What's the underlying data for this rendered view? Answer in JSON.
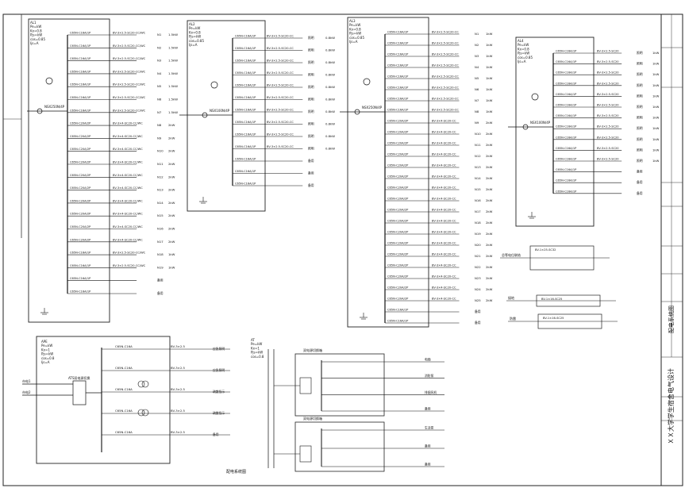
{
  "title_block": {
    "title": "ＸＸ大学学生宿舍电气设计",
    "drawing_name": "配电系统图"
  },
  "bottom_note": "配电系统图",
  "panels": [
    {
      "id": "P1",
      "header": [
        "AL1",
        "Pe=kW",
        "Kx=0.8",
        "Pjs=kW",
        "cos=0.85",
        "Ijs=A"
      ],
      "incoming_breaker": "NSX250N/4P",
      "rows": [
        {
          "breaker": "C65N-C16A/1P",
          "cable": "BV-3×2.5-SC20-CC/WC",
          "circuit": "N1",
          "load": "1.5kW"
        },
        {
          "breaker": "C65N-C16A/1P",
          "cable": "BV-3×2.5-SC20-CC/WC",
          "circuit": "N2",
          "load": "1.5kW"
        },
        {
          "breaker": "C65N-C16A/1P",
          "cable": "BV-3×2.5-SC20-CC/WC",
          "circuit": "N3",
          "load": "1.5kW"
        },
        {
          "breaker": "C65N-C16A/1P",
          "cable": "BV-3×2.5-SC20-CC/WC",
          "circuit": "N4",
          "load": "1.5kW"
        },
        {
          "breaker": "C65N-C16A/1P",
          "cable": "BV-3×2.5-SC20-CC/WC",
          "circuit": "N5",
          "load": "1.5kW"
        },
        {
          "breaker": "C65N-C16A/1P",
          "cable": "BV-3×2.5-SC20-CC/WC",
          "circuit": "N6",
          "load": "1.5kW"
        },
        {
          "breaker": "C65N-C16A/1P",
          "cable": "BV-3×2.5-SC20-CC/WC",
          "circuit": "N7",
          "load": "1.5kW"
        },
        {
          "breaker": "C65N-C20A/2P",
          "cable": "BV-3×4-SC20-CC/WC",
          "circuit": "N8",
          "load": "2kW"
        },
        {
          "breaker": "C65N-C20A/2P",
          "cable": "BV-3×4-SC20-CC/WC",
          "circuit": "N9",
          "load": "2kW"
        },
        {
          "breaker": "C65N-C20A/2P",
          "cable": "BV-3×4-SC20-CC/WC",
          "circuit": "N10",
          "load": "2kW"
        },
        {
          "breaker": "C65N-C20A/2P",
          "cable": "BV-3×4-SC20-CC/WC",
          "circuit": "N11",
          "load": "2kW"
        },
        {
          "breaker": "C65N-C20A/2P",
          "cable": "BV-3×4-SC20-CC/WC",
          "circuit": "N12",
          "load": "2kW"
        },
        {
          "breaker": "C65N-C20A/2P",
          "cable": "BV-3×4-SC20-CC/WC",
          "circuit": "N13",
          "load": "2kW"
        },
        {
          "breaker": "C65N-C20A/2P",
          "cable": "BV-3×4-SC20-CC/WC",
          "circuit": "N14",
          "load": "2kW"
        },
        {
          "breaker": "C65N-C20A/2P",
          "cable": "BV-3×4-SC20-CC/WC",
          "circuit": "N15",
          "load": "2kW"
        },
        {
          "breaker": "C65N-C20A/2P",
          "cable": "BV-3×4-SC20-CC/WC",
          "circuit": "N16",
          "load": "2kW"
        },
        {
          "breaker": "C65N-C20A/2P",
          "cable": "BV-3×4-SC20-CC/WC",
          "circuit": "N17",
          "load": "2kW"
        },
        {
          "breaker": "C65N-C16A/1P",
          "cable": "BV-3×2.5-SC20-CC/WC",
          "circuit": "N18",
          "load": "1kW"
        },
        {
          "breaker": "C65N-C16A/1P",
          "cable": "BV-3×2.5-SC20-CC/WC",
          "circuit": "N19",
          "load": "1kW"
        },
        {
          "breaker": "C65N-C16A/1P",
          "cable": "",
          "circuit": "备用",
          "load": ""
        },
        {
          "breaker": "C65N-C16A/1P",
          "cable": "",
          "circuit": "备用",
          "load": ""
        }
      ]
    },
    {
      "id": "P2",
      "header": [
        "AL2",
        "Pe=kW",
        "Kx=0.8",
        "Pjs=kW",
        "cos=0.85",
        "Ijs=A"
      ],
      "incoming_breaker": "NSX100N/4P",
      "rows": [
        {
          "breaker": "C65N-C16A/1P",
          "cable": "BV-3×2.5-SC20-CC",
          "circuit": "照明",
          "load": "0.8kW"
        },
        {
          "breaker": "C65N-C16A/1P",
          "cable": "BV-3×2.5-SC20-CC",
          "circuit": "照明",
          "load": "0.8kW"
        },
        {
          "breaker": "C65N-C16A/1P",
          "cable": "BV-3×2.5-SC20-CC",
          "circuit": "照明",
          "load": "0.8kW"
        },
        {
          "breaker": "C65N-C16A/1P",
          "cable": "BV-3×2.5-SC20-CC",
          "circuit": "照明",
          "load": "0.8kW"
        },
        {
          "breaker": "C65N-C16A/1P",
          "cable": "BV-3×2.5-SC20-CC",
          "circuit": "照明",
          "load": "0.8kW"
        },
        {
          "breaker": "C65N-C16A/1P",
          "cable": "BV-3×2.5-SC20-CC",
          "circuit": "照明",
          "load": "0.8kW"
        },
        {
          "breaker": "C65N-C16A/1P",
          "cable": "BV-3×2.5-SC20-CC",
          "circuit": "照明",
          "load": "0.8kW"
        },
        {
          "breaker": "C65N-C16A/1P",
          "cable": "BV-3×2.5-SC20-CC",
          "circuit": "照明",
          "load": "0.8kW"
        },
        {
          "breaker": "C65N-C16A/1P",
          "cable": "BV-3×2.5-SC20-CC",
          "circuit": "照明",
          "load": "0.8kW"
        },
        {
          "breaker": "C65N-C16A/1P",
          "cable": "BV-3×2.5-SC20-CC",
          "circuit": "照明",
          "load": "0.8kW"
        },
        {
          "breaker": "C65N-C16A/1P",
          "cable": "",
          "circuit": "备用",
          "load": ""
        },
        {
          "breaker": "C65N-C16A/1P",
          "cable": "",
          "circuit": "备用",
          "load": ""
        },
        {
          "breaker": "C65N-C16A/1P",
          "cable": "",
          "circuit": "备用",
          "load": ""
        }
      ]
    },
    {
      "id": "P3",
      "header": [
        "AL3",
        "Pe=kW",
        "Kx=0.8",
        "Pjs=kW",
        "cos=0.85",
        "Ijs=A"
      ],
      "incoming_breaker": "NSX250N/4P",
      "rows": [
        {
          "breaker": "C65N-C16A/1P",
          "cable": "BV-3×2.5-SC20-CC",
          "circuit": "N1",
          "load": "1kW"
        },
        {
          "breaker": "C65N-C16A/1P",
          "cable": "BV-3×2.5-SC20-CC",
          "circuit": "N2",
          "load": "1kW"
        },
        {
          "breaker": "C65N-C16A/1P",
          "cable": "BV-3×2.5-SC20-CC",
          "circuit": "N3",
          "load": "1kW"
        },
        {
          "breaker": "C65N-C16A/1P",
          "cable": "BV-3×2.5-SC20-CC",
          "circuit": "N4",
          "load": "1kW"
        },
        {
          "breaker": "C65N-C16A/1P",
          "cable": "BV-3×2.5-SC20-CC",
          "circuit": "N5",
          "load": "1kW"
        },
        {
          "breaker": "C65N-C16A/1P",
          "cable": "BV-3×2.5-SC20-CC",
          "circuit": "N6",
          "load": "1kW"
        },
        {
          "breaker": "C65N-C16A/1P",
          "cable": "BV-3×2.5-SC20-CC",
          "circuit": "N7",
          "load": "1kW"
        },
        {
          "breaker": "C65N-C16A/1P",
          "cable": "BV-3×2.5-SC20-CC",
          "circuit": "N8",
          "load": "1kW"
        },
        {
          "breaker": "C65N-C20A/2P",
          "cable": "BV-3×4-SC20-CC",
          "circuit": "N9",
          "load": "2kW"
        },
        {
          "breaker": "C65N-C20A/2P",
          "cable": "BV-3×4-SC20-CC",
          "circuit": "N10",
          "load": "2kW"
        },
        {
          "breaker": "C65N-C20A/2P",
          "cable": "BV-3×4-SC20-CC",
          "circuit": "N11",
          "load": "2kW"
        },
        {
          "breaker": "C65N-C20A/2P",
          "cable": "BV-3×4-SC20-CC",
          "circuit": "N12",
          "load": "2kW"
        },
        {
          "breaker": "C65N-C20A/2P",
          "cable": "BV-3×4-SC20-CC",
          "circuit": "N13",
          "load": "2kW"
        },
        {
          "breaker": "C65N-C20A/2P",
          "cable": "BV-3×4-SC20-CC",
          "circuit": "N14",
          "load": "2kW"
        },
        {
          "breaker": "C65N-C20A/2P",
          "cable": "BV-3×4-SC20-CC",
          "circuit": "N15",
          "load": "2kW"
        },
        {
          "breaker": "C65N-C20A/2P",
          "cable": "BV-3×4-SC20-CC",
          "circuit": "N16",
          "load": "2kW"
        },
        {
          "breaker": "C65N-C20A/2P",
          "cable": "BV-3×4-SC20-CC",
          "circuit": "N17",
          "load": "2kW"
        },
        {
          "breaker": "C65N-C20A/2P",
          "cable": "BV-3×4-SC20-CC",
          "circuit": "N18",
          "load": "2kW"
        },
        {
          "breaker": "C65N-C20A/2P",
          "cable": "BV-3×4-SC20-CC",
          "circuit": "N19",
          "load": "2kW"
        },
        {
          "breaker": "C65N-C20A/2P",
          "cable": "BV-3×4-SC20-CC",
          "circuit": "N20",
          "load": "2kW"
        },
        {
          "breaker": "C65N-C20A/2P",
          "cable": "BV-3×4-SC20-CC",
          "circuit": "N21",
          "load": "2kW"
        },
        {
          "breaker": "C65N-C20A/2P",
          "cable": "BV-3×4-SC20-CC",
          "circuit": "N22",
          "load": "2kW"
        },
        {
          "breaker": "C65N-C20A/2P",
          "cable": "BV-3×4-SC20-CC",
          "circuit": "N23",
          "load": "2kW"
        },
        {
          "breaker": "C65N-C20A/2P",
          "cable": "BV-3×4-SC20-CC",
          "circuit": "N24",
          "load": "2kW"
        },
        {
          "breaker": "C65N-C20A/2P",
          "cable": "BV-3×4-SC20-CC",
          "circuit": "N25",
          "load": "2kW"
        },
        {
          "breaker": "C65N-C16A/1P",
          "cable": "",
          "circuit": "备用",
          "load": ""
        },
        {
          "breaker": "C65N-C16A/1P",
          "cable": "",
          "circuit": "备用",
          "load": ""
        }
      ]
    },
    {
      "id": "P4",
      "header": [
        "AL4",
        "Pe=kW",
        "Kx=0.8",
        "Pjs=kW",
        "cos=0.85",
        "Ijs=A"
      ],
      "incoming_breaker": "NSX100N/4P",
      "rows": [
        {
          "breaker": "C65N-C16A/1P",
          "cable": "BV-3×2.5-SC20",
          "circuit": "照明",
          "load": "1kW"
        },
        {
          "breaker": "C65N-C16A/1P",
          "cable": "BV-3×2.5-SC20",
          "circuit": "照明",
          "load": "1kW"
        },
        {
          "breaker": "C65N-C16A/1P",
          "cable": "BV-3×2.5-SC20",
          "circuit": "照明",
          "load": "1kW"
        },
        {
          "breaker": "C65N-C16A/1P",
          "cable": "BV-3×2.5-SC20",
          "circuit": "照明",
          "load": "1kW"
        },
        {
          "breaker": "C65N-C16A/1P",
          "cable": "BV-3×2.5-SC20",
          "circuit": "照明",
          "load": "1kW"
        },
        {
          "breaker": "C65N-C16A/1P",
          "cable": "BV-3×2.5-SC20",
          "circuit": "照明",
          "load": "1kW"
        },
        {
          "breaker": "C65N-C16A/1P",
          "cable": "BV-3×2.5-SC20",
          "circuit": "照明",
          "load": "1kW"
        },
        {
          "breaker": "C65N-C16A/1P",
          "cable": "BV-3×2.5-SC20",
          "circuit": "照明",
          "load": "1kW"
        },
        {
          "breaker": "C65N-C16A/1P",
          "cable": "BV-3×2.5-SC20",
          "circuit": "照明",
          "load": "1kW"
        },
        {
          "breaker": "C65N-C16A/1P",
          "cable": "BV-3×2.5-SC20",
          "circuit": "照明",
          "load": "1kW"
        },
        {
          "breaker": "C65N-C16A/1P",
          "cable": "BV-3×2.5-SC20",
          "circuit": "照明",
          "load": "1kW"
        },
        {
          "breaker": "C65N-C16A/1P",
          "cable": "",
          "circuit": "备用",
          "load": ""
        },
        {
          "breaker": "C65N-C16A/1P",
          "cable": "",
          "circuit": "备用",
          "load": ""
        },
        {
          "breaker": "C65N-C16A/1P",
          "cable": "",
          "circuit": "备用",
          "load": ""
        }
      ]
    }
  ],
  "lower_left": {
    "header": [
      "APE",
      "Pe=kW",
      "Kx=1",
      "Pjs=kW",
      "cos=0.8",
      "Ijs=A"
    ],
    "inputs": [
      "市电1",
      "市电2"
    ],
    "ats_label": "ATS双电源切换",
    "rows": [
      {
        "breaker": "C65N-C16A",
        "cable": "BV-3×2.5",
        "load": "应急照明"
      },
      {
        "breaker": "C65N-C16A",
        "cable": "BV-3×2.5",
        "load": "应急照明"
      },
      {
        "breaker": "C65N-C16A",
        "cable": "BV-3×2.5",
        "load": "疏散指示"
      },
      {
        "breaker": "C65N-C16A",
        "cable": "BV-3×2.5",
        "load": "疏散指示"
      },
      {
        "breaker": "C65N-C16A",
        "cable": "BV-3×2.5",
        "load": "备用"
      }
    ]
  },
  "lower_mid": {
    "header": [
      "AT",
      "Pe=kW",
      "Kx=1",
      "Pjs=kW",
      "cos=0.8"
    ],
    "boxes": [
      {
        "label": "双电源切换箱",
        "rows": [
          "电梯",
          "消防泵",
          "排烟风机",
          "备用"
        ]
      },
      {
        "label": "双电源切换箱",
        "rows": [
          "生活泵",
          "备用",
          "备用"
        ]
      }
    ]
  },
  "right_boxes": [
    {
      "label": "总等电位联结",
      "spec": "BV-1×25-SC32"
    },
    {
      "label": "接地",
      "spec": "BV-1×16-SC25"
    },
    {
      "label": "防雷",
      "spec": "BV-1×16-SC25"
    }
  ]
}
